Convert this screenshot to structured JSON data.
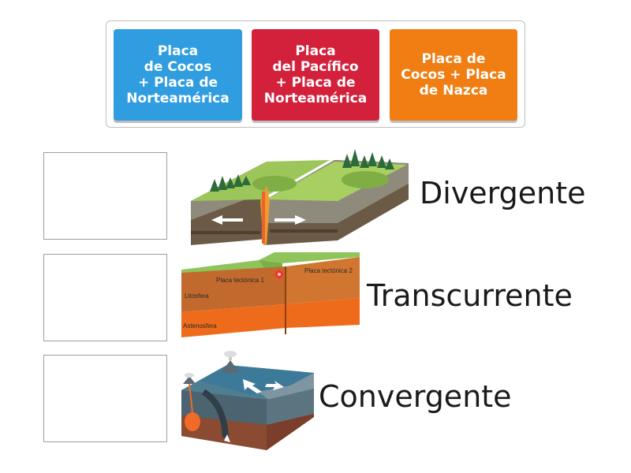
{
  "tiles": [
    {
      "label": "Placa\nde Cocos\n+ Placa de\nNorteamérica",
      "color": "#2f9de0"
    },
    {
      "label": "Placa\ndel Pacífico\n+ Placa de\nNorteamérica",
      "color": "#d3213c"
    },
    {
      "label": "Placa de\nCocos + Placa\nde Nazca",
      "color": "#f07e12"
    }
  ],
  "rows": [
    {
      "label": "Divergente",
      "image": "divergent-boundary-illustration"
    },
    {
      "label": "Transcurrente",
      "image": "transform-boundary-illustration",
      "image_text": {
        "plate1": "Placa tectónica 1",
        "plate2": "Placa tectónica 2",
        "litosfera": "Litosfera",
        "astenosfera": "Astenosfera"
      }
    },
    {
      "label": "Convergente",
      "image": "convergent-boundary-illustration"
    }
  ]
}
